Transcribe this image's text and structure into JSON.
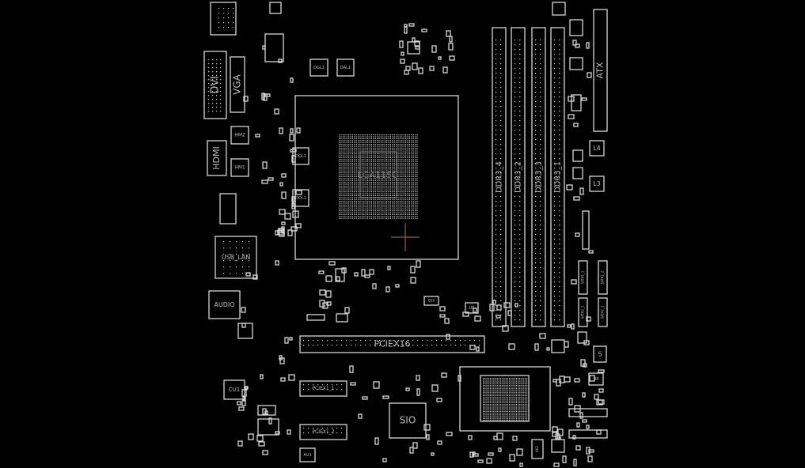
{
  "viewer": {
    "title": "Boardview"
  },
  "labels": {
    "dvi": "DVI",
    "vga": "VGA",
    "hdmi": "HDMI",
    "hm1": "HM1",
    "hm2": "HM2",
    "dgl1_top": "DGL1",
    "dal1_top": "DAL1",
    "dgl1_a": "DGL1",
    "ddl1": "DDL1",
    "cpu": "LGA1150",
    "ddr3_4": "DDR3_4",
    "ddr3_2": "DDR3_2",
    "ddr3_3": "DDR3_3",
    "ddr3_1": "DDR3_1",
    "atx": "ATX",
    "l4": "L4",
    "l3": "L3",
    "usb_lan": "USB_LAN",
    "audio": "AUDIO",
    "pciex16": "PCIEX16",
    "pciex1_1": "PCIEX1_1",
    "pciex1_2": "PCIEX1_2",
    "sio": "SIO",
    "cu1": "CU1",
    "au1": "AU1",
    "u6": "U6",
    "u8": "U8",
    "u9": "U9",
    "s5": "S",
    "sata1": "SATA1_1",
    "sata2": "SATA1_2",
    "sata3": "SATA2_1",
    "sata4": "SATA2_2",
    "q20": "Q20",
    "nk2": "NK2"
  },
  "colors": {
    "background": "#000000",
    "outline": "#d8d8d8",
    "cursor": "#b07070"
  }
}
